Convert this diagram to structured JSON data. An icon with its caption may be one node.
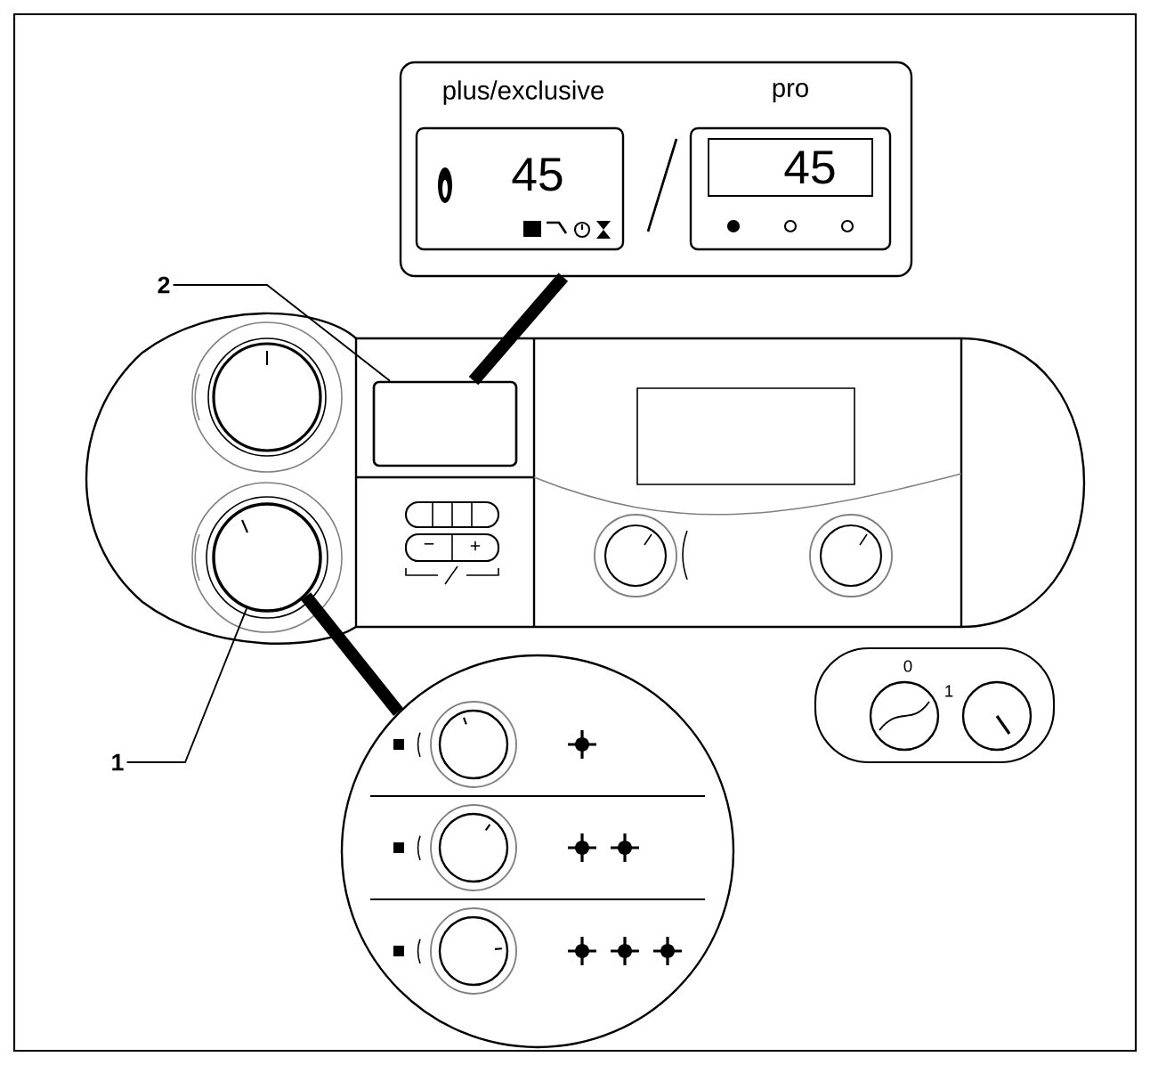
{
  "diagram": {
    "nodes": [
      {
        "text": [
          "2"
        ]
      },
      {
        "text": [],
        "shape": "box"
      },
      {
        "text": [
          "1"
        ]
      },
      {
        "text": [],
        "shape": "circle"
      },
      {
        "text": [
          "plus/exclusive",
          "pro"
        ]
      },
      {
        "text": [],
        "shape": "circle"
      }
    ],
    "edges": [
      {
        "from": 0,
        "to": 1,
        "arrow": "none"
      },
      {
        "from": 2,
        "to": 3,
        "arrow": "none"
      },
      {
        "from": 1,
        "to": 4,
        "arrow": "none",
        "style": "thick"
      },
      {
        "from": 3,
        "to": 5,
        "arrow": "none",
        "style": "thick"
      }
    ],
    "labels": [
      "45",
      "45",
      "−",
      "+",
      "0",
      "1"
    ]
  }
}
